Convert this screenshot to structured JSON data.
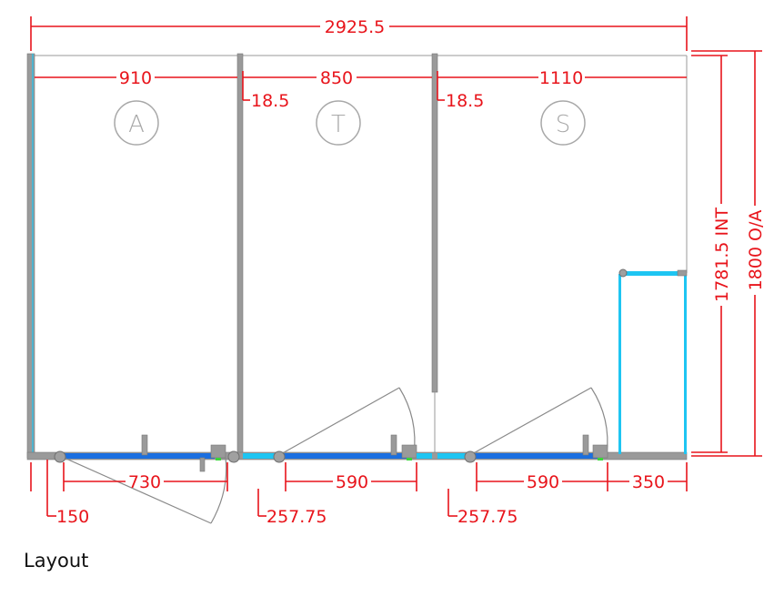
{
  "caption": "Layout",
  "dimensions": {
    "overall_width": "2925.5",
    "bay_a": "910",
    "bay_t": "850",
    "bay_s": "1110",
    "partition_1": "18.5",
    "partition_2": "18.5",
    "door_a": "730",
    "door_t": "590",
    "door_s": "590",
    "return_panel": "350",
    "offset_a": "150",
    "offset_t": "257.75",
    "offset_s": "257.75",
    "height_int": "1781.5 INT",
    "height_oa": "1800 O/A"
  },
  "cubicles": [
    {
      "letter": "A"
    },
    {
      "letter": "T"
    },
    {
      "letter": "S"
    }
  ],
  "colors": {
    "dimension": "#e8141b",
    "wall": "#9a9a9a",
    "glass_blue": "#1b6fe0",
    "glass_cyan": "#1ec5f2",
    "lock_green": "#39d839"
  }
}
